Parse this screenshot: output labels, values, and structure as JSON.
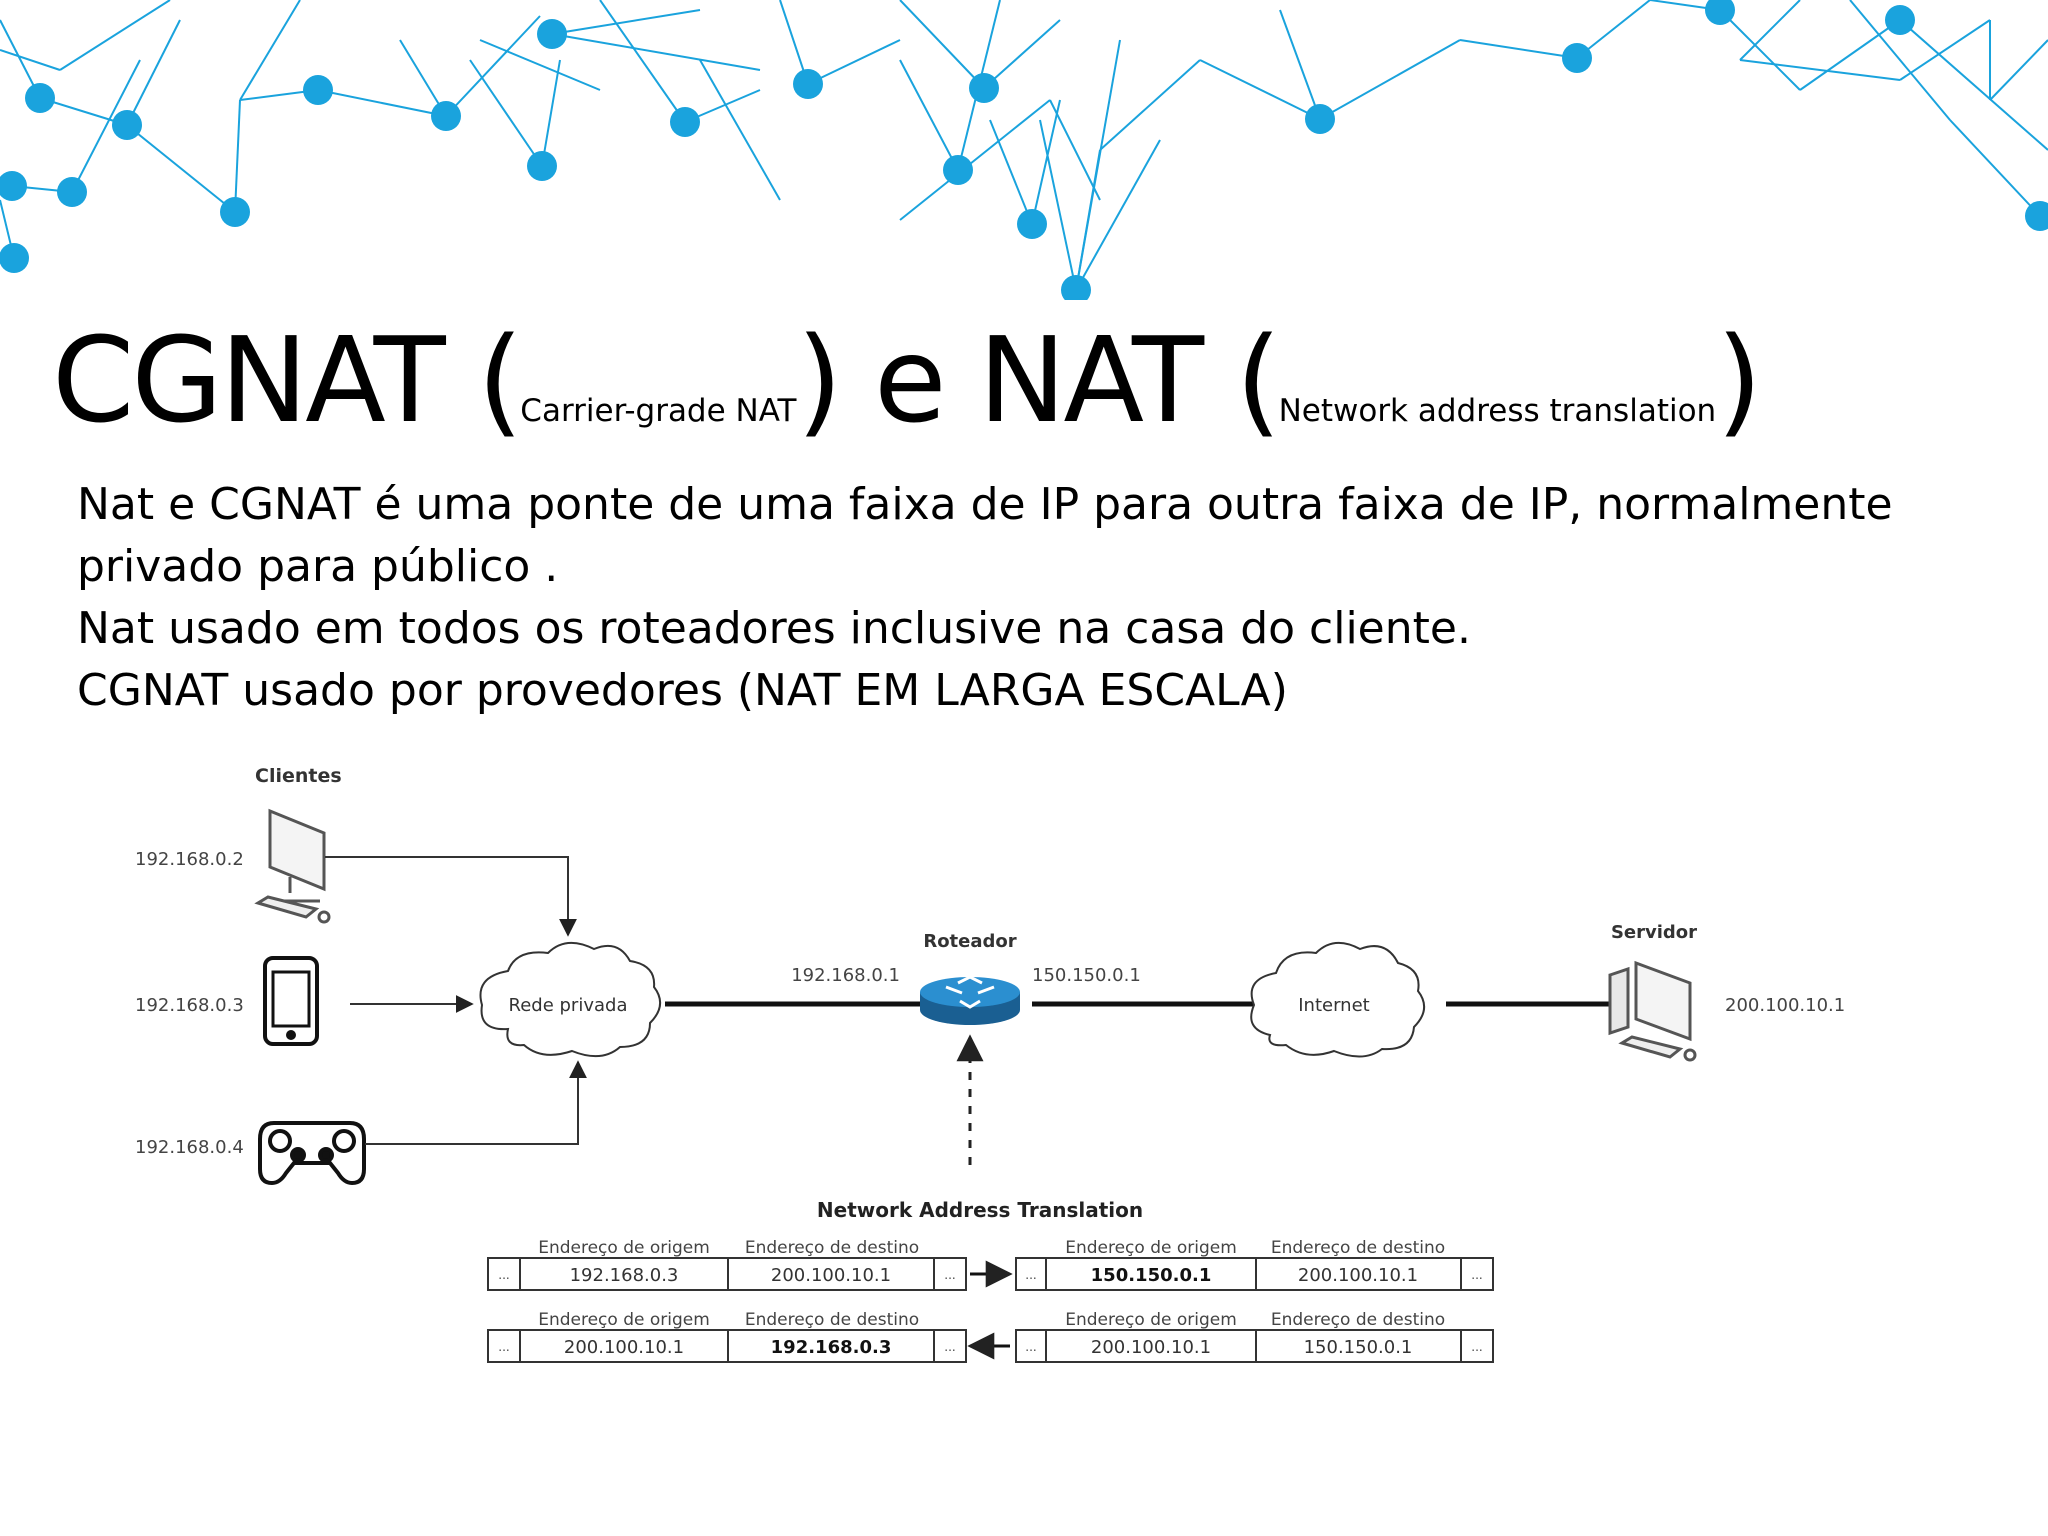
{
  "slide": {
    "title": {
      "part1": "CGNAT (",
      "sub1": "Carrier-grade NAT",
      "part2": ") e NAT (",
      "sub2": "Network address translation",
      "part3": ")"
    },
    "paragraphs": [
      "Nat e CGNAT é uma ponte de uma faixa de IP para outra faixa de IP, normalmente privado para público .",
      "Nat usado em todos os roteadores inclusive na casa do cliente.",
      "CGNAT usado por provedores (NAT EM LARGA ESCALA)"
    ]
  },
  "diagram": {
    "clients_label": "Clientes",
    "clients": [
      {
        "ip": "192.168.0.2",
        "icon": "desktop-computer-icon"
      },
      {
        "ip": "192.168.0.3",
        "icon": "smartphone-icon"
      },
      {
        "ip": "192.168.0.4",
        "icon": "gamepad-icon"
      }
    ],
    "private_network": "Rede privada",
    "router_label": "Roteador",
    "router_ip_private": "192.168.0.1",
    "router_ip_public": "150.150.0.1",
    "internet": "Internet",
    "server_label": "Servidor",
    "server_ip": "200.100.10.1",
    "nat_title": "Network Address Translation",
    "table_headers": {
      "origin": "Endereço de origem",
      "destination": "Endereço de destino"
    },
    "ellipsis": "...",
    "rows": [
      {
        "left": {
          "origin": "192.168.0.3",
          "destination": "200.100.10.1"
        },
        "right": {
          "origin": "150.150.0.1",
          "destination": "200.100.10.1"
        }
      },
      {
        "left": {
          "origin": "200.100.10.1",
          "destination": "192.168.0.3"
        },
        "right": {
          "origin": "200.100.10.1",
          "destination": "150.150.0.1"
        }
      }
    ]
  },
  "colors": {
    "accent": "#1aa3dd",
    "text": "#000000",
    "diagram_text": "#333333",
    "router": "#1e6fa8"
  }
}
